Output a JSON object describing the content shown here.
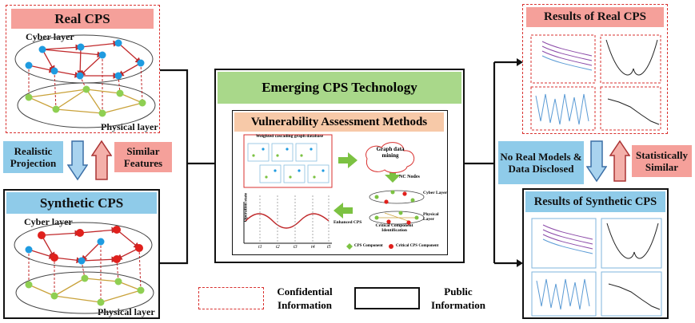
{
  "real_cps": {
    "title": "Real CPS",
    "cyber_label": "Cyber layer",
    "physical_label": "Physical layer"
  },
  "synthetic_cps": {
    "title": "Synthetic CPS",
    "cyber_label": "Cyber layer",
    "physical_label": "Physical layer"
  },
  "left_tags": {
    "projection": "Realistic Projection",
    "features": "Similar Features"
  },
  "center": {
    "title": "Emerging CPS Technology",
    "methods_title": "Vulnerability Assessment Methods",
    "weighted_label": "Weighted cascading graph database",
    "mining_label": "Graph data mining",
    "nc_nodes": "NC Nodes",
    "cyber_layer": "Cyber Layer",
    "physical_layer": "Physical Layer",
    "critical_id": "Critical Component Identification",
    "enhanced": "Enhanced CPS",
    "op_state": "Operation state",
    "time_ticks": [
      "t1",
      "t2",
      "t3",
      "t4",
      "t5"
    ],
    "legend_cps": "CPS Component",
    "legend_critical": "Critical CPS Component"
  },
  "right_tags": {
    "no_real": "No Real Models & Data Disclosed",
    "stat_similar": "Statistically Similar"
  },
  "results_real": {
    "title": "Results of Real CPS"
  },
  "results_synth": {
    "title": "Results of Synthetic CPS"
  },
  "legend": {
    "confidential": "Confidential Information",
    "public": "Public Information"
  },
  "colors": {
    "red": "#d9312f",
    "pink": "#f5a09a",
    "blue": "#8fcbe9",
    "green": "#a9d88a",
    "orange_title": "#f7c9a8",
    "arrow_green": "#7cc242",
    "arrow_blue": "#5b9bd5"
  }
}
